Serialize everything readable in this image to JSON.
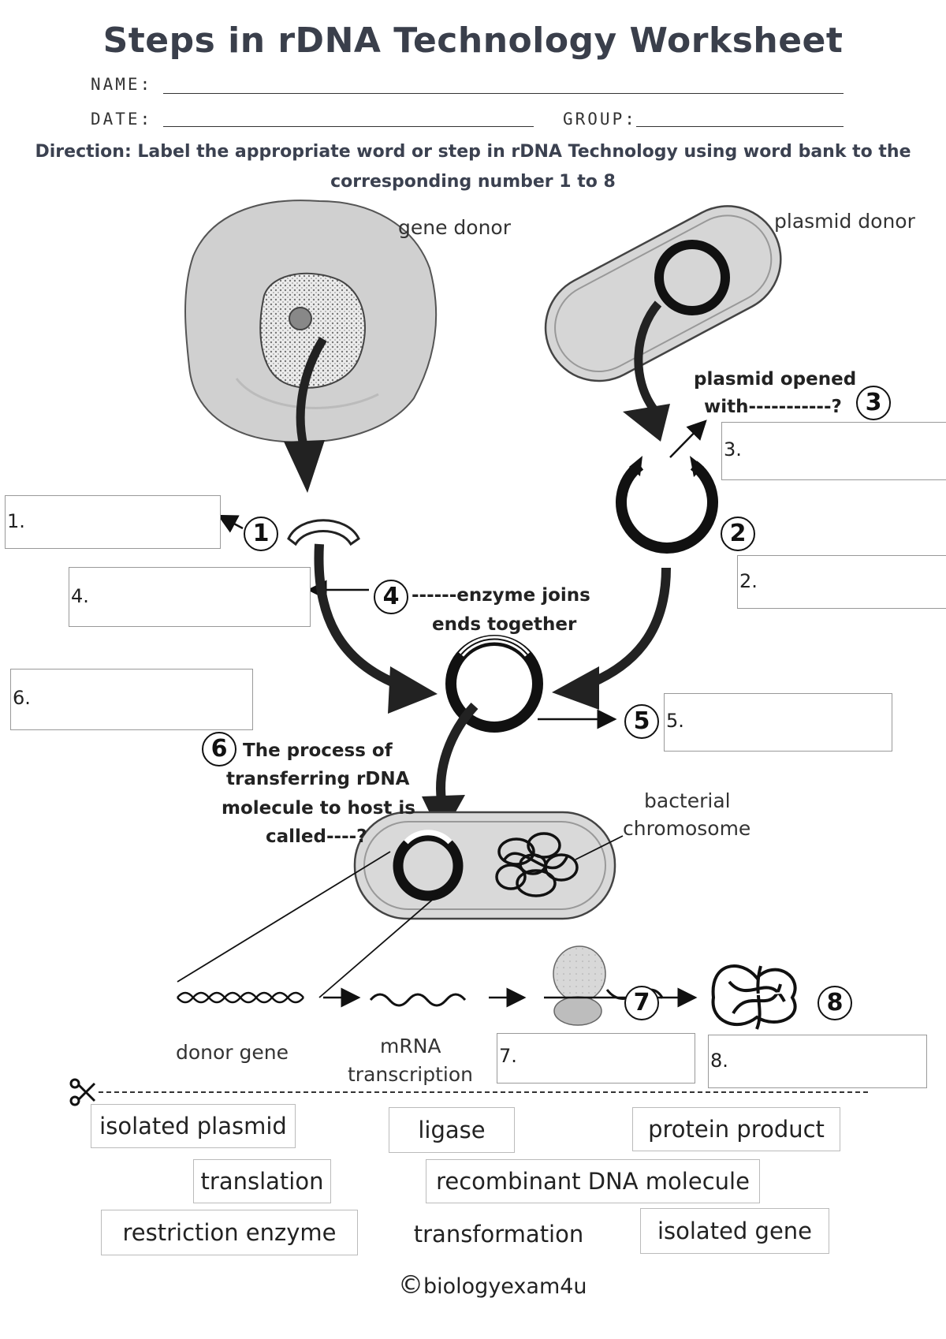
{
  "header": {
    "title": "Steps in rDNA Technology Worksheet",
    "name_label": "NAME:",
    "date_label": "DATE:",
    "group_label": "GROUP:",
    "direction": "Direction: Label the appropriate word or step in rDNA Technology using word bank to the corresponding number 1 to 8"
  },
  "diagram": {
    "gene_donor": "gene donor",
    "plasmid_donor": "plasmid donor",
    "plasmid_opened": "plasmid opened",
    "with_question": "with-----------?",
    "enzyme_joins": "------enzyme joins",
    "ends_together": "ends together",
    "process_line1": "The process of",
    "process_line2": "transferring rDNA",
    "process_line3": "molecule to host is",
    "process_line4": "called----?",
    "bacterial": "bacterial",
    "chromosome": "chromosome",
    "donor_gene": "donor gene",
    "mrna": "mRNA",
    "transcription": "transcription",
    "step_numbers": [
      "1",
      "2",
      "3",
      "4",
      "5",
      "6",
      "7",
      "8"
    ]
  },
  "answer_boxes": [
    "1.",
    "2.",
    "3.",
    "4.",
    "5.",
    "6.",
    "7.",
    "8."
  ],
  "word_bank": [
    "isolated plasmid",
    "ligase",
    "protein product",
    "translation",
    "recombinant DNA molecule",
    "restriction enzyme",
    "transformation",
    "isolated gene"
  ],
  "credit": {
    "symbol": "©",
    "text": "biologyexam4u"
  }
}
